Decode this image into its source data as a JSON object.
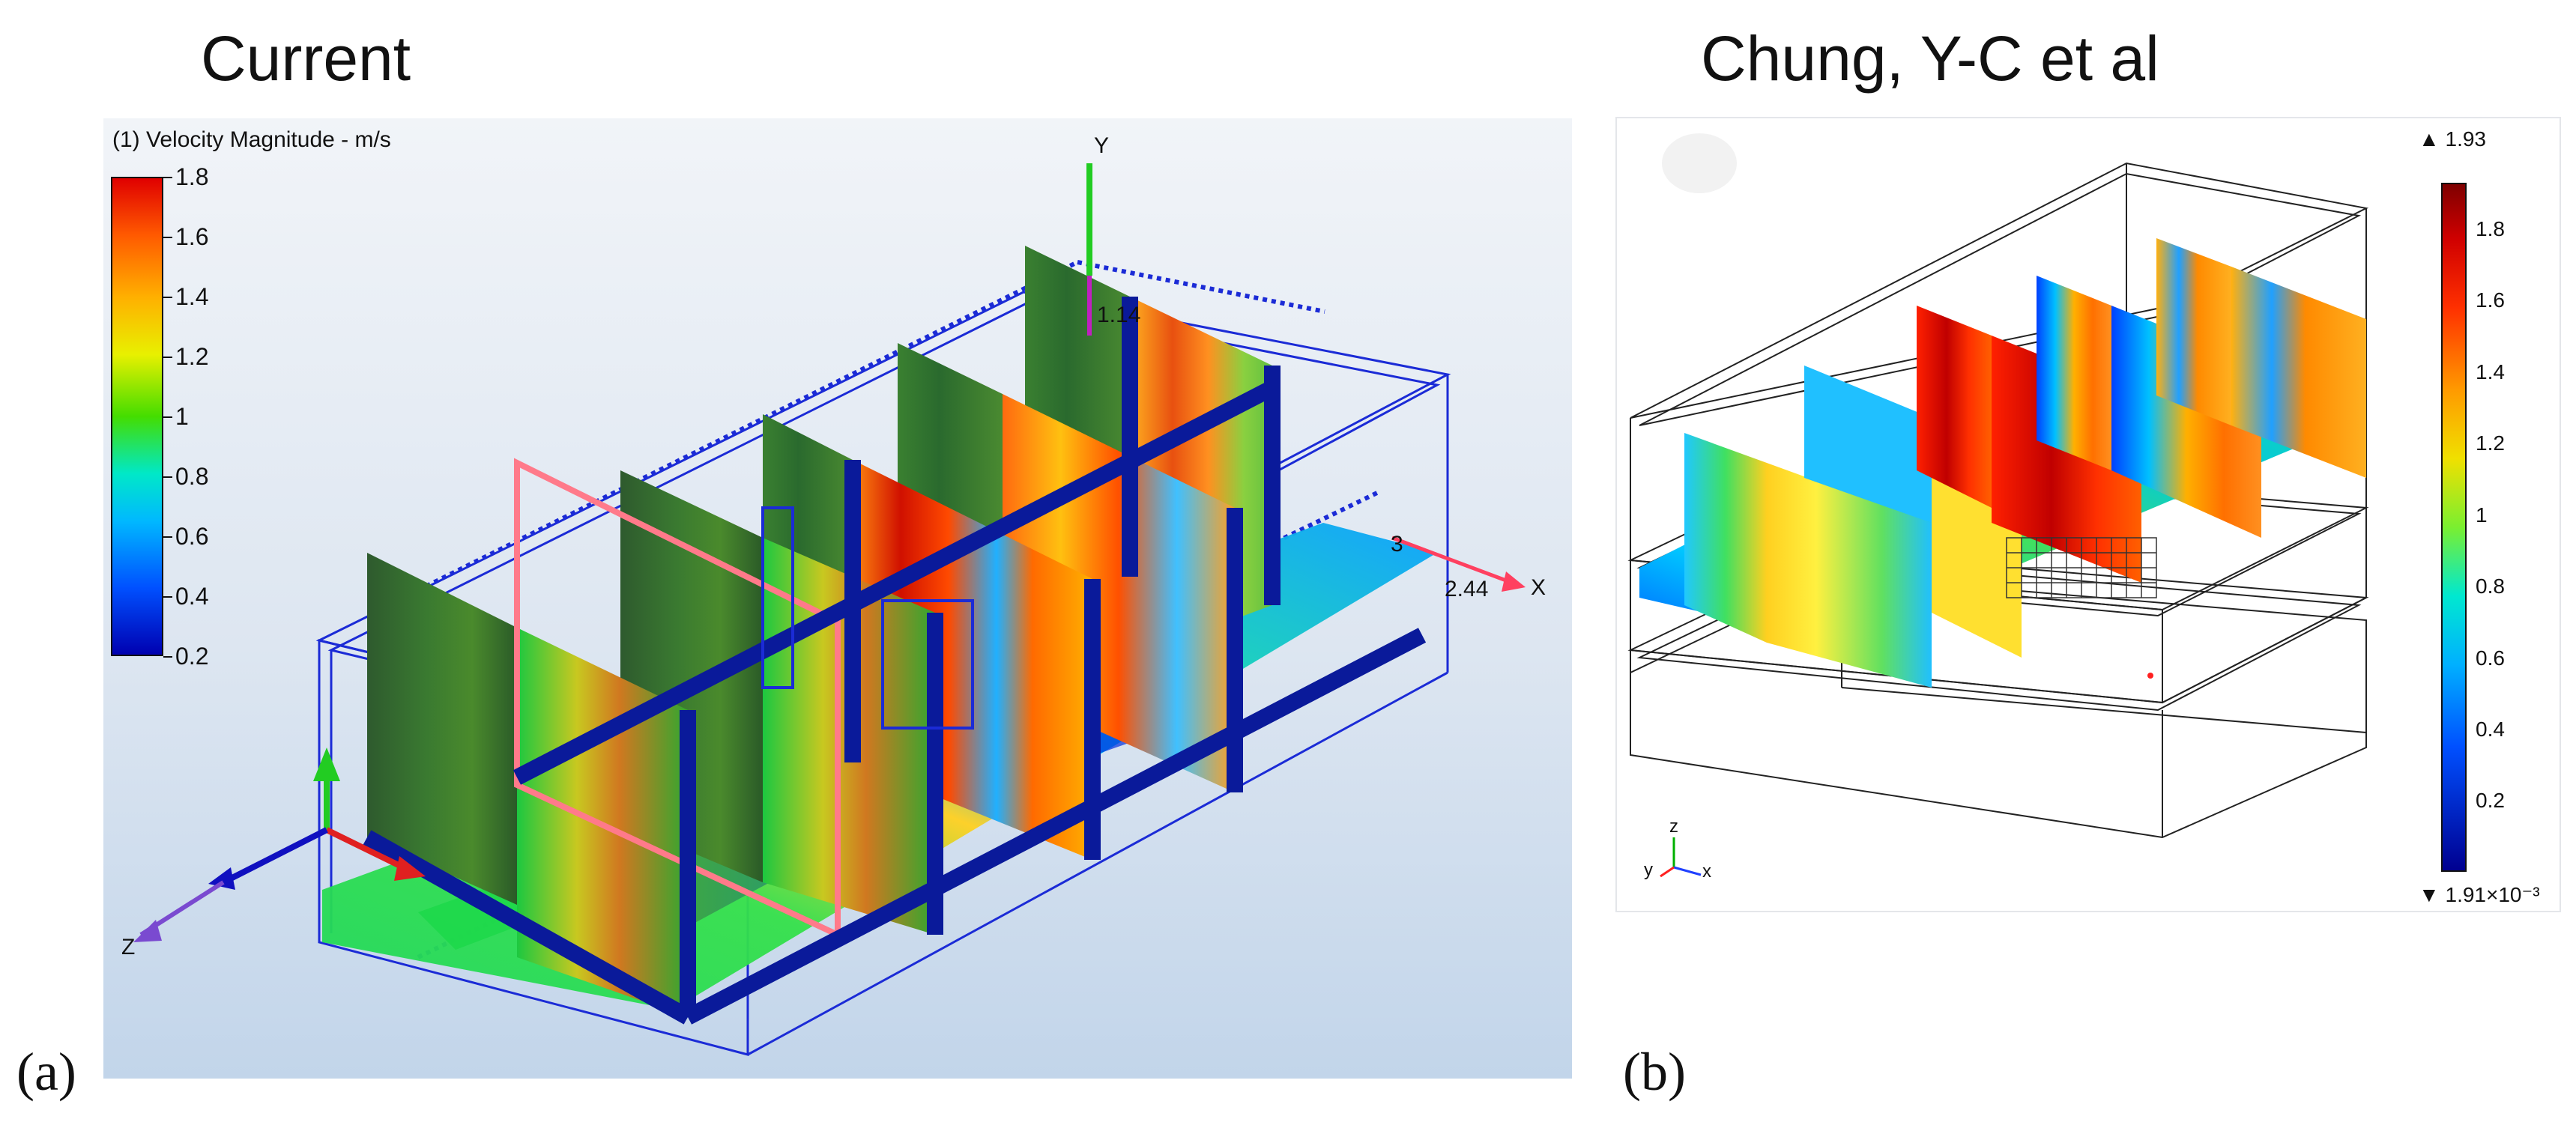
{
  "titles": {
    "left": "Current",
    "right": "Chung, Y-C et al"
  },
  "labels": {
    "a": "(a)",
    "b": "(b)"
  },
  "panel_a": {
    "colorbar_title": "(1) Velocity Magnitude - m/s",
    "ticks": [
      "1.8",
      "1.6",
      "1.4",
      "1.2",
      "1",
      "0.8",
      "0.6",
      "0.4",
      "0.2"
    ],
    "axis_y": "Y",
    "axis_x": "X",
    "axis_z": "Z",
    "dim_y": "1.14",
    "dim_x": "2.44",
    "dim_mid": "3"
  },
  "panel_b": {
    "max_label": "▲ 1.93",
    "min_label": "▼ 1.91×10⁻³",
    "ticks": [
      "1.8",
      "1.6",
      "1.4",
      "1.2",
      "1",
      "0.8",
      "0.6",
      "0.4",
      "0.2"
    ],
    "axis_x": "x",
    "axis_y": "y",
    "axis_z": "z"
  },
  "colors": {
    "jet": [
      "#00007f",
      "#0000ff",
      "#00b4ff",
      "#00ffd0",
      "#22e000",
      "#d8ff00",
      "#ffd000",
      "#ff6a00",
      "#d00000",
      "#7f0000"
    ],
    "frame_blue": "#1b2bd6",
    "highlight": "#ff7a8a"
  }
}
